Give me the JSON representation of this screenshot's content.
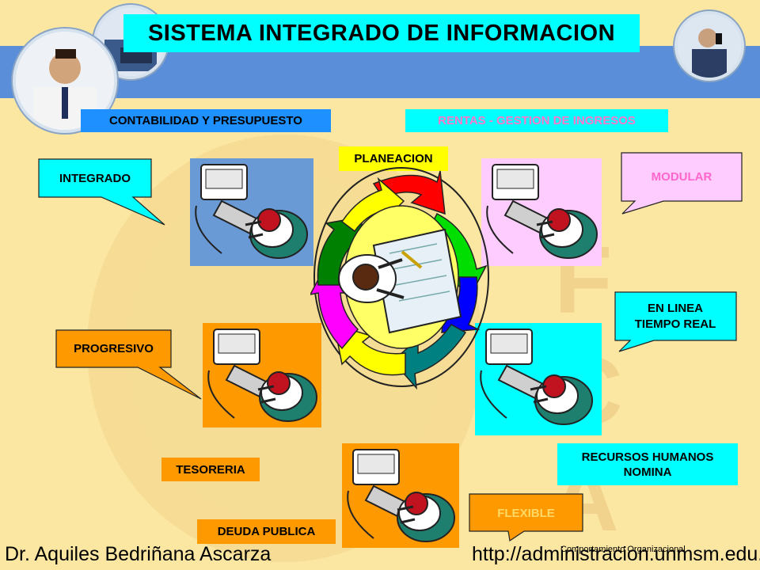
{
  "title": "SISTEMA INTEGRADO DE INFORMACION",
  "labels": {
    "contabilidad": "CONTABILIDAD Y PRESUPUESTO",
    "rentas": "RENTAS - GESTION DE INGRESOS",
    "planeacion": "PLANEACION",
    "tesoreria": "TESORERIA",
    "deuda": "DEUDA PUBLICA",
    "rrhh_line1": "RECURSOS HUMANOS",
    "rrhh_line2": "NOMINA"
  },
  "callouts": {
    "integrado": "INTEGRADO",
    "modular": "MODULAR",
    "enlinea_line1": "EN LINEA",
    "enlinea_line2": "TIEMPO REAL",
    "progresivo": "PROGRESIVO",
    "flexible": "FLEXIBLE"
  },
  "footer": {
    "author": "Dr. Aquiles Bedriñana Ascarza",
    "url": "http://administracion.unmsm.edu.pe",
    "course": "Comportamiento Organizacional"
  },
  "colors": {
    "background": "#fbe7a2",
    "banner": "#5b8ed8",
    "title_box": "#00ffff",
    "contabilidad": "#1e90ff",
    "rentas": "#00ffff",
    "planeacion": "#ffff00",
    "tesoreria": "#ff9900",
    "deuda": "#ff9900",
    "rrhh": "#00ffff",
    "ws_blue": "#6a9ad6",
    "ws_pink": "#ffccff",
    "ws_orange": "#ff9900",
    "ws_cyan": "#00ffff",
    "cycle_red": "#ff0000",
    "cycle_green": "#00dd00",
    "cycle_blue": "#0000ff",
    "cycle_teal": "#008080",
    "cycle_yellow": "#ffff00",
    "cycle_magenta": "#ff00ff",
    "cycle_darkgreen": "#008000"
  }
}
